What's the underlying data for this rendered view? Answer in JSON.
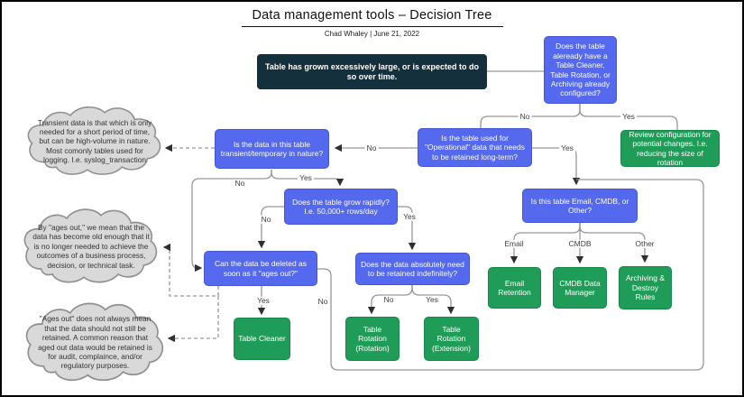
{
  "header": {
    "title": "Data management tools – Decision Tree",
    "subtitle": "Chad Whaley  |  June 21, 2022"
  },
  "colors": {
    "blue": "#5569EE",
    "green": "#1F9D58",
    "dark": "#14303C",
    "cloud": "#D9D9D9",
    "line": "#969696"
  },
  "nodes": {
    "start": {
      "type": "start",
      "text": "Table has grown excessively large, or is expected to do so over time."
    },
    "configured": {
      "type": "question",
      "text": "Does the table aleready have a Table Cleaner, Table Rotation, or Archiving already configured?"
    },
    "review": {
      "type": "action",
      "text": "Review configuration for potential changes.  I.e. reducing the size of rotation"
    },
    "operational": {
      "type": "question",
      "text": "Is the table used for \"Operational\" data that needs to be retained long-term?"
    },
    "transient": {
      "type": "question",
      "text": "Is the data in this table transient/temporary in nature?"
    },
    "rapid": {
      "type": "question",
      "text": "Does the table grow rapidly? I.e. 50,000+ rows/day"
    },
    "delete_age": {
      "type": "question",
      "text": "Can the data be deleted as soon as it \"ages out?\""
    },
    "indefinite": {
      "type": "question",
      "text": "Does the data absolutely need to be retained indefinitely?"
    },
    "type": {
      "type": "question",
      "text": "Is this table Email, CMDB, or Other?"
    },
    "cleaner": {
      "type": "action",
      "text": "Table Cleaner"
    },
    "rot_rotation": {
      "type": "action",
      "text": "Table Rotation (Rotation)"
    },
    "rot_extension": {
      "type": "action",
      "text": "Table Rotation (Extension)"
    },
    "email_retention": {
      "type": "action",
      "text": "Email Retention"
    },
    "cmdb_manager": {
      "type": "action",
      "text": "CMDB Data Manager"
    },
    "archiving": {
      "type": "action",
      "text": "Archiving & Destroy Rules"
    },
    "note_transient": {
      "type": "note",
      "text": "Transient data is that which is only needed for a short period of time, but can be high-volume in nature.  Most comonly tables used for logging.  I.e. syslog_transaction"
    },
    "note_ages_out": {
      "type": "note",
      "text": "By \"ages out,\" we mean that the data has become old enough that it is no longer needed to achieve the outcomes of a business process, decision, or technical task."
    },
    "note_retained": {
      "type": "note",
      "text": "\"Ages out\" does not always mean that the data should not still be retained.  A common reason that aged out data would be retained is for audit, complaince, and/or regulatory purposes."
    }
  },
  "labels": {
    "configured_no": "No",
    "configured_yes": "Yes",
    "operational_no": "No",
    "operational_yes": "Yes",
    "transient_yes": "Yes",
    "transient_no": "No",
    "rapid_no": "No",
    "rapid_yes": "Yes",
    "delete_yes": "Yes",
    "delete_no": "No",
    "indefinite_no": "No",
    "indefinite_yes": "Yes",
    "type_email": "Email",
    "type_cmdb": "CMDB",
    "type_other": "Other"
  }
}
